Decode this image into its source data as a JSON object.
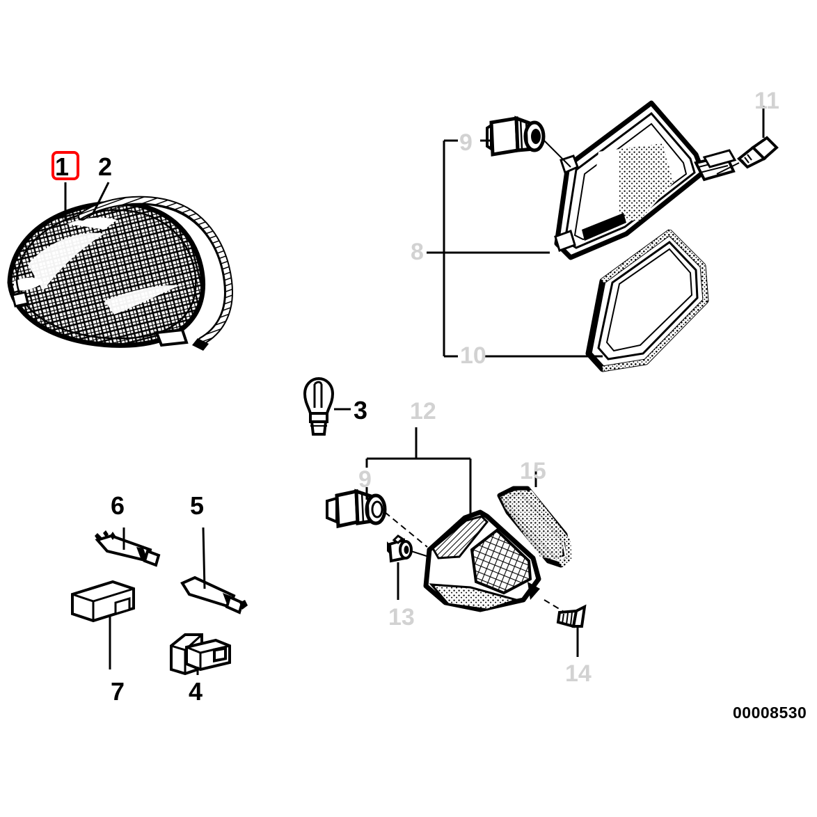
{
  "diagram": {
    "id_number": "00008530",
    "highlighted_item": "1",
    "highlight_color": "#ff0000",
    "background_color": "#ffffff",
    "ink_color": "#000000",
    "dim_label_color": "#d2d2d2"
  },
  "callouts": [
    {
      "key": "1",
      "label": "1",
      "style": "black",
      "highlighted": true,
      "part": "lamp-lens-main",
      "description": "Tail light lens (mesh/fluted oval lens)"
    },
    {
      "key": "2",
      "label": "2",
      "style": "black",
      "highlighted": false,
      "part": "lens-seal-trim",
      "description": "Lens gasket / seal trim strip"
    },
    {
      "key": "3",
      "label": "3",
      "style": "black",
      "highlighted": false,
      "part": "bulb",
      "description": "Light bulb"
    },
    {
      "key": "4",
      "label": "4",
      "style": "black",
      "highlighted": false,
      "part": "connector-housing-square",
      "description": "Connector housing block"
    },
    {
      "key": "5",
      "label": "5",
      "style": "black",
      "highlighted": false,
      "part": "contact-pin-male",
      "description": "Crimp contact pin"
    },
    {
      "key": "6",
      "label": "6",
      "style": "black",
      "highlighted": false,
      "part": "contact-pin-female",
      "description": "Crimp contact socket"
    },
    {
      "key": "7",
      "label": "7",
      "style": "black",
      "highlighted": false,
      "part": "connector-sleeve",
      "description": "Connector sleeve / cover"
    },
    {
      "key": "8",
      "label": "8",
      "style": "gray",
      "highlighted": false,
      "part": "lamp-assembly-bracket",
      "description": "Lamp assembly (bracket groups 9 and 10)"
    },
    {
      "key": "9a",
      "label": "9",
      "style": "gray",
      "highlighted": false,
      "part": "bulb-socket-upper",
      "description": "Bulb socket / holder"
    },
    {
      "key": "10",
      "label": "10",
      "style": "gray",
      "highlighted": false,
      "part": "gasket-trapezoid",
      "description": "Gasket seal ring"
    },
    {
      "key": "11",
      "label": "11",
      "style": "gray",
      "highlighted": false,
      "part": "mounting-screw-upper",
      "description": "Mounting screw"
    },
    {
      "key": "12",
      "label": "12",
      "style": "gray",
      "highlighted": false,
      "part": "side-marker-assembly",
      "description": "Side marker lamp assembly (bracket)"
    },
    {
      "key": "9b",
      "label": "9",
      "style": "gray",
      "highlighted": false,
      "part": "bulb-socket-lower",
      "description": "Bulb socket / holder"
    },
    {
      "key": "13",
      "label": "13",
      "style": "gray",
      "highlighted": false,
      "part": "retaining-clip",
      "description": "Retaining clip / grommet"
    },
    {
      "key": "14",
      "label": "14",
      "style": "gray",
      "highlighted": false,
      "part": "mounting-screw-lower",
      "description": "Mounting screw"
    },
    {
      "key": "15",
      "label": "15",
      "style": "gray",
      "highlighted": false,
      "part": "trim-strip",
      "description": "Trim strip / cover moulding"
    }
  ]
}
